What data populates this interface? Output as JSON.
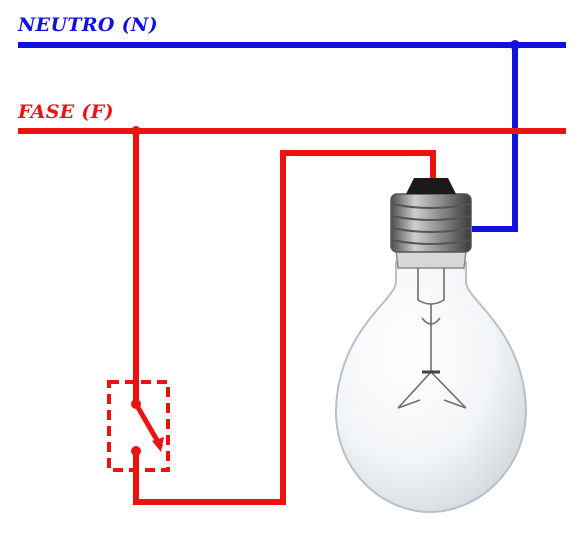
{
  "labels": {
    "neutral": "NEUTRO (N)",
    "phase": "FASE (F)"
  },
  "colors": {
    "neutral_wire": "#1010e0",
    "phase_wire": "#ee1111",
    "bulb_base": "#7a7a7a",
    "bulb_tip": "#1a1a1a",
    "bulb_glass": "#e9edf0"
  },
  "components": {
    "switch": "single-pole-switch",
    "lamp": "incandescent-bulb"
  }
}
